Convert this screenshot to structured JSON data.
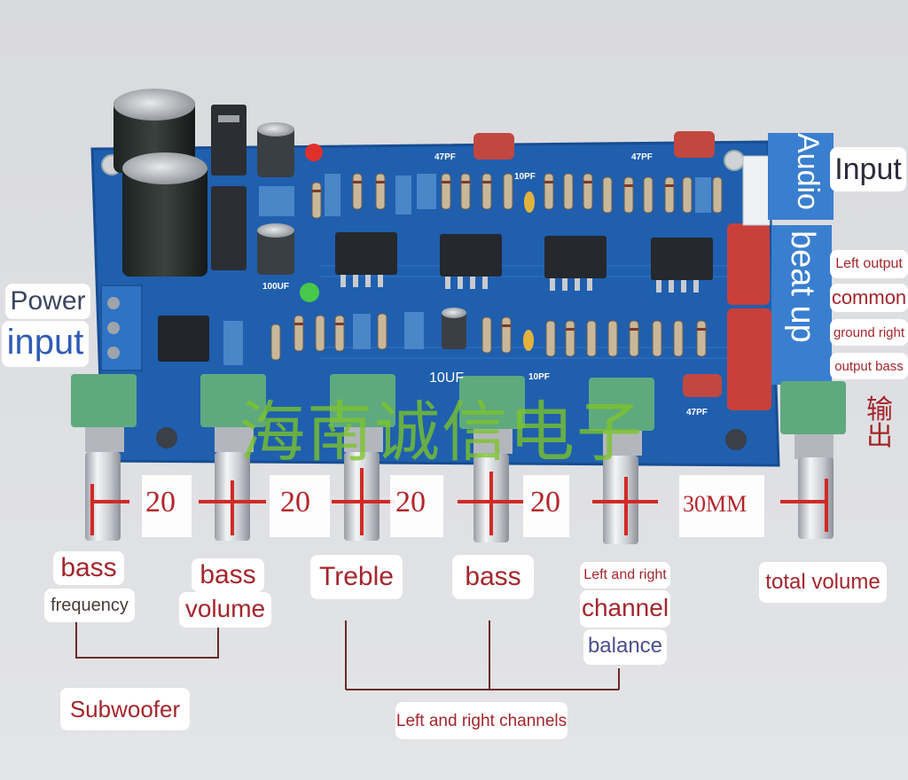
{
  "board": {
    "watermark": "海南诚信电子",
    "cap_markings": [
      "47PF",
      "47PF",
      "47PF",
      "10PF",
      "10PF",
      "10UF",
      "100UF"
    ]
  },
  "top_labels": {
    "input": "Input",
    "audio": "Audio",
    "beat_up": "beat up",
    "left_output": "Left output",
    "common": "common",
    "ground_right": "ground right",
    "output_bass": "output bass",
    "output_cn": "输出"
  },
  "power": {
    "power": "Power",
    "input": "input"
  },
  "spacings": [
    "20",
    "20",
    "20",
    "20",
    "30MM"
  ],
  "knob_labels": {
    "bass_freq_1": "bass",
    "bass_freq_2": "frequency",
    "bass_vol_1": "bass",
    "bass_vol_2": "volume",
    "treble": "Treble",
    "bass_lr": "bass",
    "balance_1": "Left and right",
    "balance_2": "channel",
    "balance_3": "balance",
    "total_volume": "total volume"
  },
  "groups": {
    "subwoofer": "Subwoofer",
    "lr_channels": "Left and right channels"
  },
  "colors": {
    "pcb": "#1f5fae",
    "label_red": "#a3262c",
    "label_blue": "#4a4f8c",
    "background": "#dadbdf"
  }
}
